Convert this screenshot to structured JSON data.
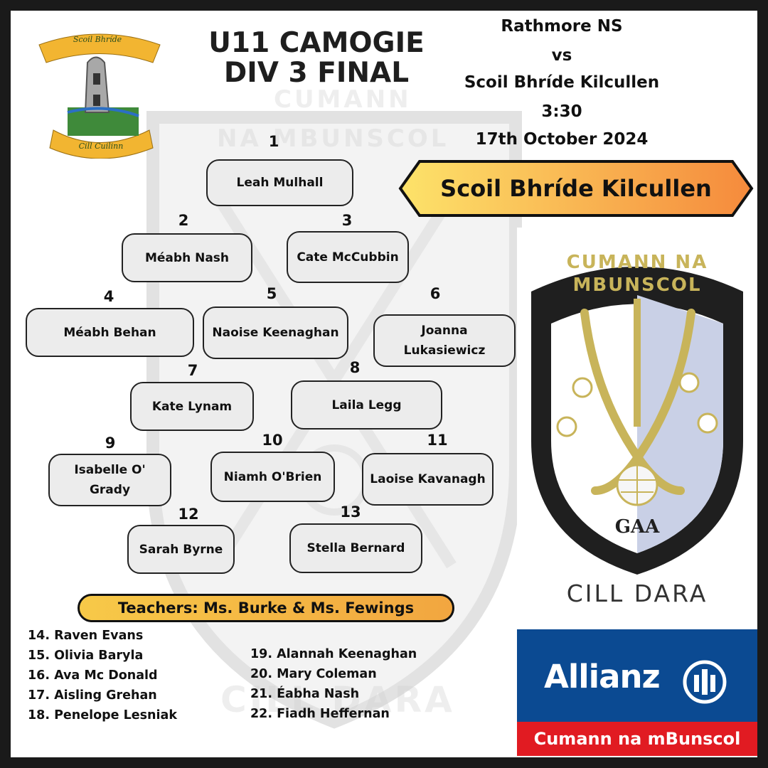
{
  "header": {
    "title_line1": "U11 CAMOGIE",
    "title_line2": "DIV 3 FINAL",
    "team1": "Rathmore NS",
    "vs": "vs",
    "team2": "Scoil Bhríde Kilcullen",
    "time": "3:30",
    "date": "17th October 2024"
  },
  "banner": {
    "school": "Scoil Bhríde Kilcullen"
  },
  "school_crest": {
    "top_text": "Scoil Bhríde",
    "bottom_text": "Cill Cuilinn"
  },
  "cnmb_logo": {
    "arc_text": "CUMANN NA MBUNSCOL",
    "gaa_text": "GAA",
    "county": "CILL DARA"
  },
  "watermark": {
    "line1": "CUMANN",
    "line2": "NA MBUNSCOL",
    "bottom": "CILL DARA"
  },
  "players": [
    {
      "number": "1",
      "name": "Leah Mulhall"
    },
    {
      "number": "2",
      "name": "Méabh Nash"
    },
    {
      "number": "3",
      "name": "Cate McCubbin"
    },
    {
      "number": "4",
      "name": "Méabh Behan"
    },
    {
      "number": "5",
      "name": "Naoise Keenaghan"
    },
    {
      "number": "6",
      "name": "Joanna Lukasiewicz"
    },
    {
      "number": "7",
      "name": "Kate Lynam"
    },
    {
      "number": "8",
      "name": "Laila Legg"
    },
    {
      "number": "9",
      "name": "Isabelle O' Grady"
    },
    {
      "number": "10",
      "name": "Niamh O'Brien"
    },
    {
      "number": "11",
      "name": "Laoise Kavanagh"
    },
    {
      "number": "12",
      "name": "Sarah Byrne"
    },
    {
      "number": "13",
      "name": "Stella Bernard"
    }
  ],
  "teachers": "Teachers: Ms. Burke & Ms. Fewings",
  "subs": [
    "14. Raven Evans",
    "15. Olivia Baryla",
    "16. Ava Mc Donald",
    "17. Aisling Grehan",
    "18. Penelope Lesniak",
    "19. Alannah Keenaghan",
    "20. Mary Coleman",
    "21. Éabha Nash",
    "22. Fiadh Heffernan"
  ],
  "sponsor": {
    "brand": "Allianz",
    "caption": "Cumann na mBunscol"
  },
  "colors": {
    "banner_start": "#fde36a",
    "banner_end": "#f58a3c",
    "pill": "#f7c948",
    "allianz_blue": "#0b4a92",
    "allianz_red": "#e11b22",
    "shield_dark": "#1f1f1f",
    "shield_light": "#c9d0e6"
  }
}
